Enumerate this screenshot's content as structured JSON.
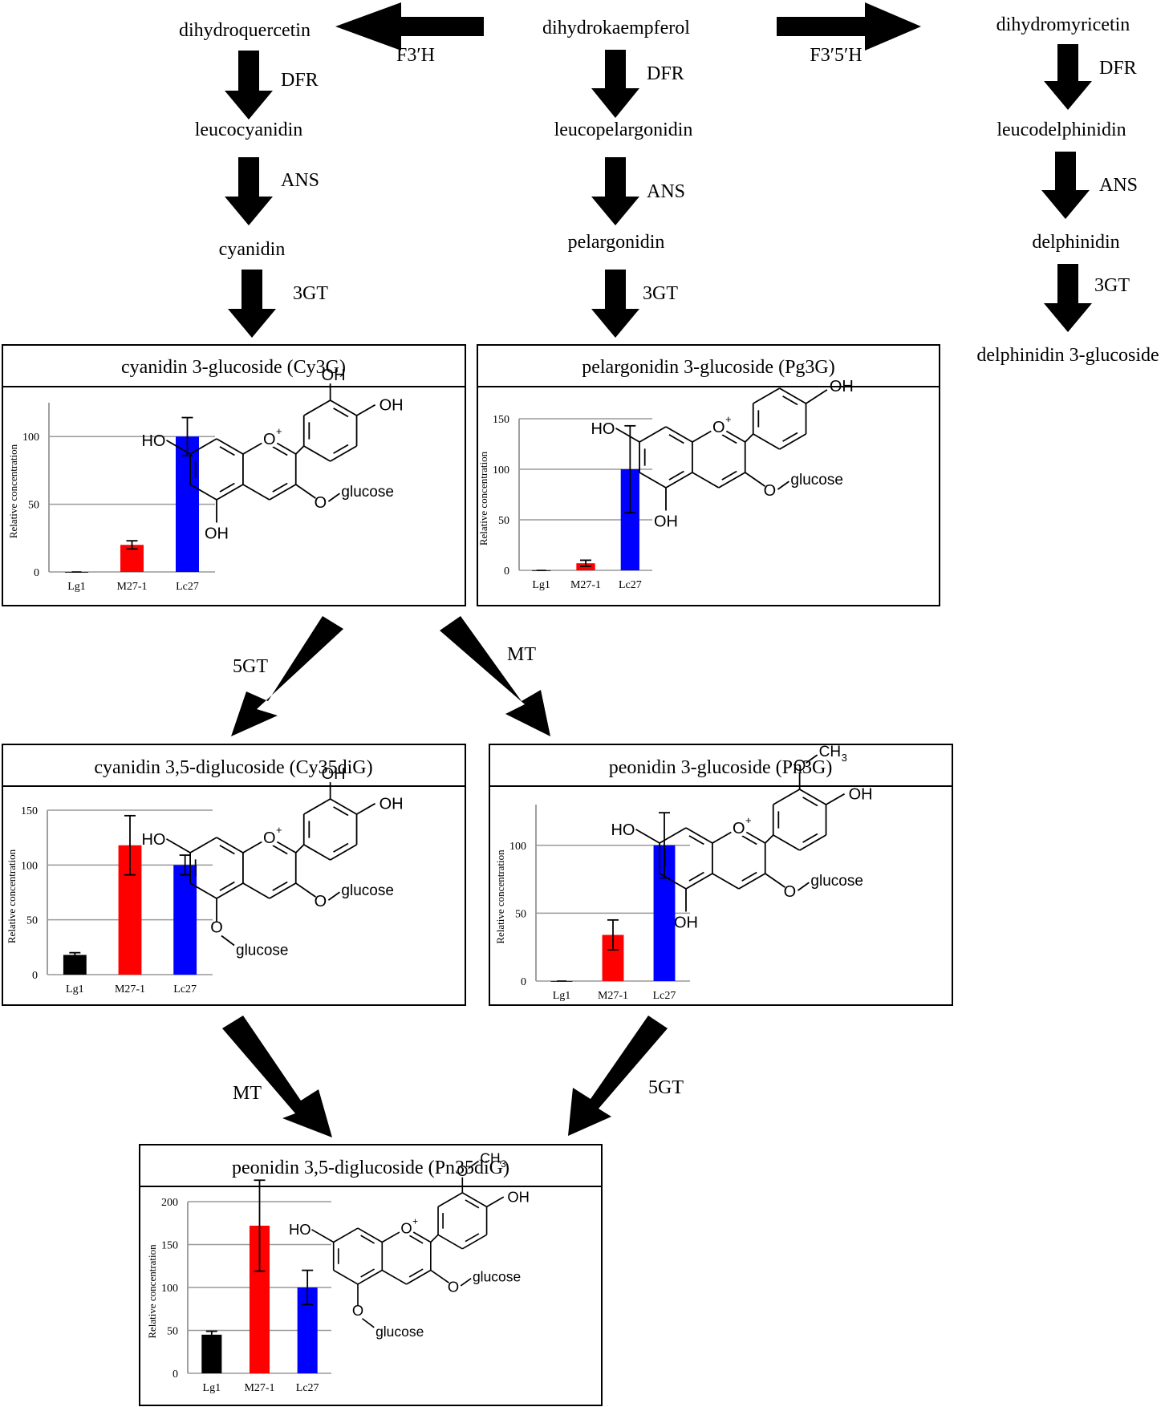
{
  "compounds": {
    "dihydroquercetin": "dihydroquercetin",
    "dihydrokaempferol": "dihydrokaempferol",
    "dihydromyricetin": "dihydromyricetin",
    "leucocyanidin": "leucocyanidin",
    "leucopelargonidin": "leucopelargonidin",
    "leucodelphinidin": "leucodelphinidin",
    "cyanidin": "cyanidin",
    "pelargonidin": "pelargonidin",
    "delphinidin": "delphinidin",
    "delphinidin_3_glucoside": "delphinidin 3-glucoside"
  },
  "enzymes": {
    "f3h": "F3′H",
    "f35h": "F3′5′H",
    "dfr": "DFR",
    "ans": "ANS",
    "gt3": "3GT",
    "gt5": "5GT",
    "mt": "MT"
  },
  "chem": {
    "oh": "OH",
    "ho": "HO",
    "o_plus": "O",
    "plus": "+",
    "o": "O",
    "glucose": "glucose",
    "ch3": "CH",
    "three": "3"
  },
  "panels": [
    {
      "title": "cyanidin 3-glucoside (Cy3G)",
      "chart_data": {
        "type": "bar",
        "ylabel": "Relative concentration",
        "categories": [
          "Lg1",
          "M27-1",
          "Lc27"
        ],
        "values": [
          0,
          20,
          100
        ],
        "errors": [
          0,
          3,
          14
        ],
        "colors": [
          "#000000",
          "#ff0000",
          "#0000ff"
        ],
        "ylim": [
          0,
          125
        ],
        "yticks": [
          0,
          50,
          100
        ]
      }
    },
    {
      "title": "pelargonidin 3-glucoside (Pg3G)",
      "chart_data": {
        "type": "bar",
        "ylabel": "Relative concentration",
        "categories": [
          "Lg1",
          "M27-1",
          "Lc27"
        ],
        "values": [
          0,
          7,
          100
        ],
        "errors": [
          0,
          3,
          43
        ],
        "colors": [
          "#000000",
          "#ff0000",
          "#0000ff"
        ],
        "ylim": [
          0,
          150
        ],
        "yticks": [
          0,
          50,
          100,
          150
        ]
      }
    },
    {
      "title": "cyanidin 3,5-diglucoside (Cy35diG)",
      "chart_data": {
        "type": "bar",
        "ylabel": "Relative concentration",
        "categories": [
          "Lg1",
          "M27-1",
          "Lc27"
        ],
        "values": [
          18,
          118,
          100
        ],
        "errors": [
          2,
          27,
          9
        ],
        "colors": [
          "#000000",
          "#ff0000",
          "#0000ff"
        ],
        "ylim": [
          0,
          150
        ],
        "yticks": [
          0,
          50,
          100,
          150
        ]
      }
    },
    {
      "title": "peonidin 3-glucoside (Pn3G)",
      "chart_data": {
        "type": "bar",
        "ylabel": "Relative concentration",
        "categories": [
          "Lg1",
          "M27-1",
          "Lc27"
        ],
        "values": [
          0,
          34,
          100
        ],
        "errors": [
          0,
          11,
          24
        ],
        "colors": [
          "#000000",
          "#ff0000",
          "#0000ff"
        ],
        "ylim": [
          0,
          130
        ],
        "yticks": [
          0,
          50,
          100
        ]
      }
    },
    {
      "title": "peonidin 3,5-diglucoside (Pn35diG)",
      "chart_data": {
        "type": "bar",
        "ylabel": "Relative concentration",
        "categories": [
          "Lg1",
          "M27-1",
          "Lc27"
        ],
        "values": [
          45,
          172,
          100
        ],
        "errors": [
          4,
          53,
          20
        ],
        "colors": [
          "#000000",
          "#ff0000",
          "#0000ff"
        ],
        "ylim": [
          0,
          200
        ],
        "yticks": [
          0,
          50,
          100,
          150,
          200
        ]
      }
    }
  ]
}
